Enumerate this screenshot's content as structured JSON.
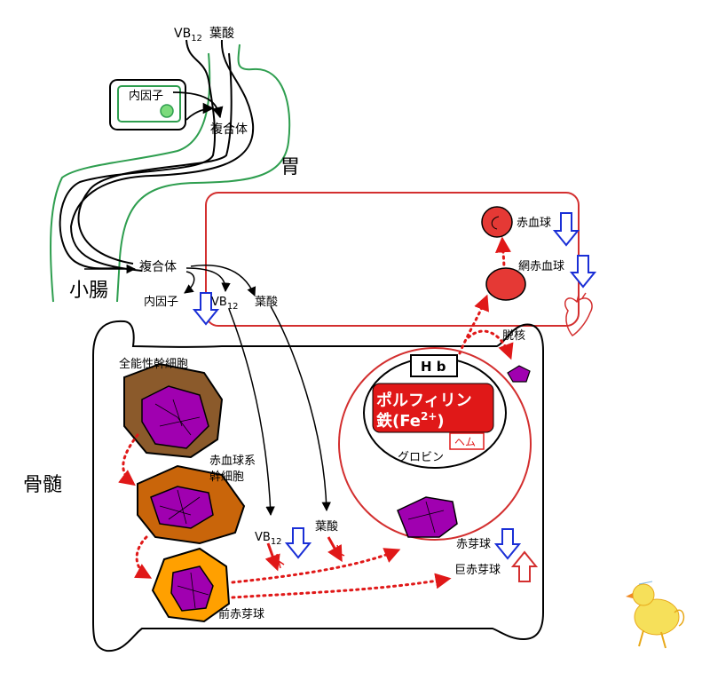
{
  "labels": {
    "vb12_top": "VB",
    "vb12_sub": "12",
    "folic_top": "葉酸",
    "intrinsic_factor_stomach": "内因子",
    "complex_stomach": "複合体",
    "stomach": "胃",
    "small_intestine": "小腸",
    "complex_intestine": "複合体",
    "intrinsic_factor_intestine": "内因子",
    "vb12_intestine": "VB",
    "vb12_intestine_sub": "12",
    "folic_intestine": "葉酸",
    "rbc": "赤血球",
    "reticulocyte": "網赤血球",
    "enucleation": "脱核",
    "hb": "H b",
    "porphyrin": "ポルフィリン",
    "iron": "鉄(Fe",
    "iron_sup": "2+",
    "iron_close": ")",
    "heme": "ヘム",
    "globin": "グロビン",
    "bone_marrow": "骨髄",
    "stem_cell": "全能性幹細胞",
    "erythroid_stem_line1": "赤血球系",
    "erythroid_stem_line2": "幹細胞",
    "proerythroblast": "前赤芽球",
    "vb12_marrow": "VB",
    "vb12_marrow_sub": "12",
    "folic_marrow": "葉酸",
    "erythroblast": "赤芽球",
    "megaloblast": "巨赤芽球"
  },
  "colors": {
    "gut_outline": "#2e9e4f",
    "circulation_box": "#d32f2f",
    "down_arrow": "#1a2fd6",
    "up_arrow": "#d32f2f",
    "stem_cell": "#8b5a2b",
    "erythroid_stem": "#c9650a",
    "proerythroblast": "#ffa000",
    "nucleus": "#a000b0",
    "rbc": "#e53935",
    "porphyrin_box": "#e01818",
    "intrinsic_factor_dot": "#7cdb7c"
  }
}
